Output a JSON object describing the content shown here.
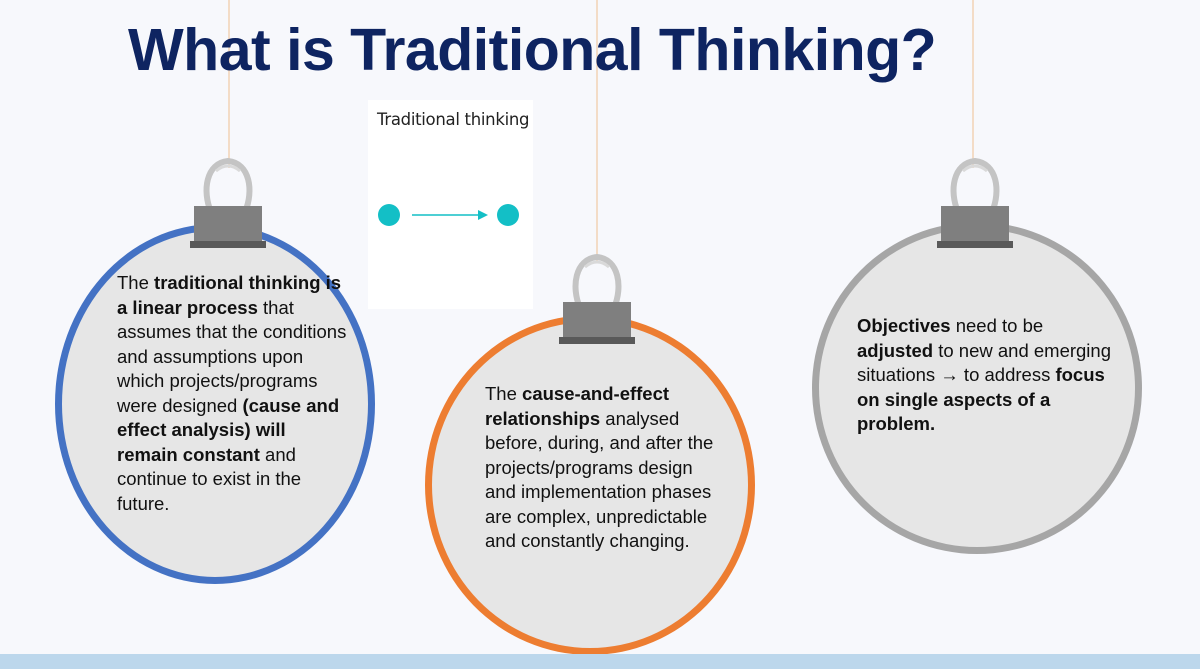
{
  "slide": {
    "title": "What is Traditional Thinking?"
  },
  "inset": {
    "label": "Traditional thinking",
    "node_color": "#13bfc6",
    "arrow_color": "#13bfc6"
  },
  "bubbles": [
    {
      "border_color": "#4472c4",
      "runs": [
        {
          "text": "The ",
          "bold": false
        },
        {
          "text": "traditional thinking is a linear process",
          "bold": true
        },
        {
          "text": " that assumes that the conditions and assumptions upon which projects/programs were designed ",
          "bold": false
        },
        {
          "text": "(cause and effect analysis) will remain constant",
          "bold": true
        },
        {
          "text": " and continue to exist in the future.",
          "bold": false
        }
      ]
    },
    {
      "border_color": "#ed7d31",
      "runs": [
        {
          "text": "The ",
          "bold": false
        },
        {
          "text": "cause-and-effect relationships",
          "bold": true
        },
        {
          "text": " analysed before, during, and after the projects/programs design and implementation phases are complex, unpredictable and constantly changing.",
          "bold": false
        }
      ]
    },
    {
      "border_color": "#a6a6a6",
      "runs": [
        {
          "text": "Objectives",
          "bold": true
        },
        {
          "text": " need to be ",
          "bold": false
        },
        {
          "text": "adjusted",
          "bold": true
        },
        {
          "text": " to new and emerging situations → to address ",
          "bold": false
        },
        {
          "text": "focus on single aspects of a problem.",
          "bold": true
        }
      ]
    }
  ]
}
